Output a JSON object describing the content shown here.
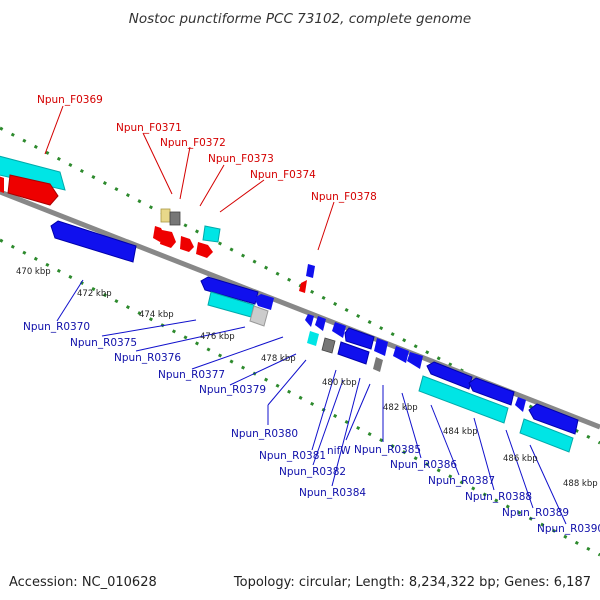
{
  "title": "Nostoc punctiforme PCC 73102, complete genome",
  "footer": {
    "accession": "Accession: NC_010628",
    "topology": "Topology: circular; Length: 8,234,322 bp; Genes: 6,187"
  },
  "colors": {
    "forward_label": "#d40000",
    "reverse_label": "#1010aa",
    "backbone": "#888888",
    "tick_dots": "#2d8a2d"
  },
  "forward_labels": [
    "Npun_F0369",
    "Npun_F0371",
    "Npun_F0372",
    "Npun_F0373",
    "Npun_F0374",
    "Npun_F0378"
  ],
  "reverse_labels": [
    "Npun_R0370",
    "Npun_R0375",
    "Npun_R0376",
    "Npun_R0377",
    "Npun_R0379",
    "Npun_R0380",
    "Npun_R0381",
    "Npun_R0382",
    "Npun_R0384",
    "nifW",
    "Npun_R0385",
    "Npun_R0386",
    "Npun_R0387",
    "Npun_R0388",
    "Npun_R0389",
    "Npun_R0390"
  ],
  "scale_labels": [
    "470 kbp",
    "472 kbp",
    "474 kbp",
    "476 kbp",
    "478 kbp",
    "480 kbp",
    "482 kbp",
    "484 kbp",
    "486 kbp",
    "488 kbp"
  ]
}
